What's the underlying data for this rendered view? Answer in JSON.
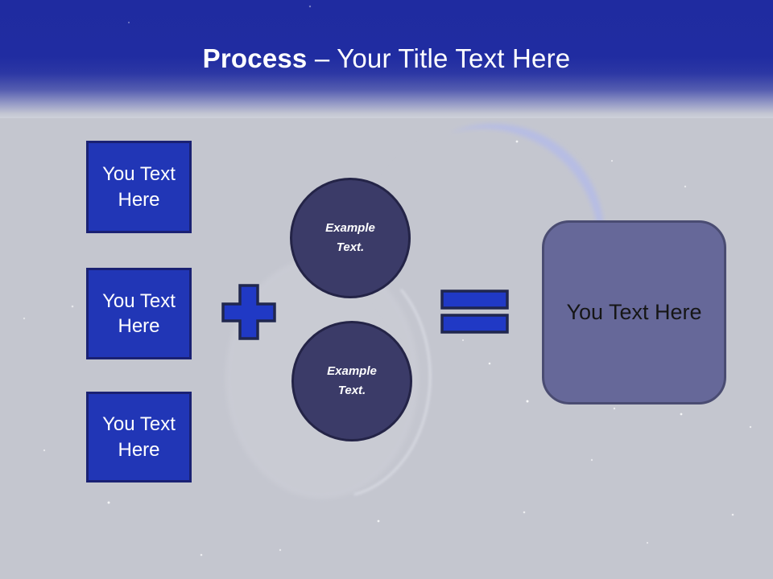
{
  "title": {
    "keyword": "Process",
    "rest": " – Your Title Text Here",
    "full": "Process – Your Title Text Here"
  },
  "boxes": [
    {
      "label": "You Text Here"
    },
    {
      "label": "You Text Here"
    },
    {
      "label": "You Text Here"
    }
  ],
  "operators": {
    "plus": "+",
    "equals": "="
  },
  "examples": [
    {
      "label": "Example Text."
    },
    {
      "label": "Example Text."
    }
  ],
  "result": {
    "label": "You Text Here"
  },
  "colors": {
    "header_blue": "#1f2ba0",
    "slide_background": "#c4c6cf",
    "box_blue": "#2136b6",
    "box_border": "#1a2173",
    "operator_blue": "#2039c5",
    "operator_border": "#20274e",
    "circle_navy": "#3b3b68",
    "circle_border": "#242447",
    "result_purple": "#666899",
    "result_border": "#4a4c72",
    "title_text": "#ffffff",
    "result_text": "#161616"
  }
}
